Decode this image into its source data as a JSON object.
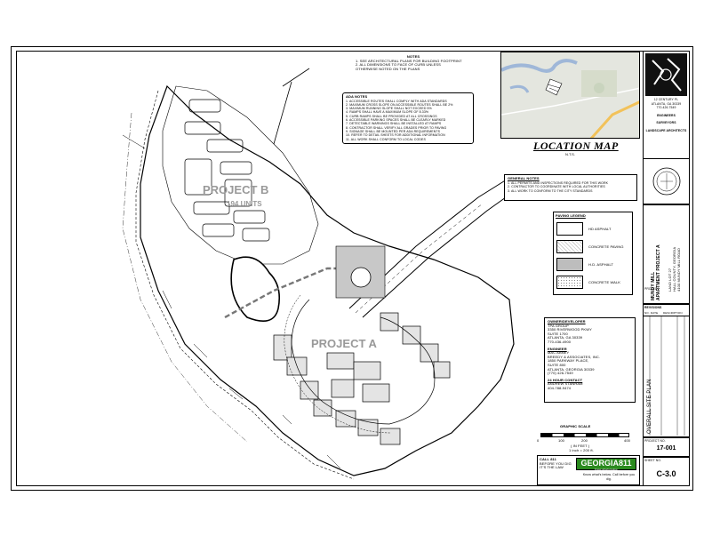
{
  "plan": {
    "project_b_label": "PROJECT B",
    "project_b_units": "194 UNITS",
    "project_a_label": "PROJECT A"
  },
  "top_notes": {
    "title": "NOTES",
    "lines": [
      "1. SEE ARCHITECTURAL PLANS FOR BUILDING FOOTPRINT",
      "2. ALL DIMENSIONS TO FACE OF CURB UNLESS",
      "   OTHERWISE NOTED ON THE PLANS"
    ]
  },
  "ada_notes": {
    "title": "ADA NOTES",
    "lines": [
      "1. ACCESSIBLE ROUTES SHALL COMPLY WITH ADA STANDARDS",
      "2. MAXIMUM CROSS SLOPE ON ACCESSIBLE ROUTES SHALL BE 2%",
      "3. MAXIMUM RUNNING SLOPE SHALL NOT EXCEED 5%",
      "4. RAMPS SHALL HAVE A MAXIMUM SLOPE OF 8.33%",
      "5. CURB RAMPS SHALL BE PROVIDED AT ALL CROSSINGS",
      "6. ACCESSIBLE PARKING SPACES SHALL BE CLEARLY MARKED",
      "7. DETECTABLE WARNINGS SHALL BE INSTALLED AT RAMPS",
      "8. CONTRACTOR SHALL VERIFY ALL GRADES PRIOR TO PAVING",
      "9. SIGNAGE SHALL BE MOUNTED PER ADA REQUIREMENTS",
      "10. REFER TO DETAIL SHEETS FOR ADDITIONAL INFORMATION",
      "11. ALL WORK SHALL CONFORM TO LOCAL CODES"
    ]
  },
  "location_map": {
    "title": "LOCATION MAP",
    "scale": "N.T.S."
  },
  "general_notes": {
    "title": "GENERAL NOTES",
    "lines": [
      "1. ALL PERMITS AND INSPECTIONS REQUIRED FOR THIS WORK",
      "2. CONTRACTOR TO COORDINATE WITH LOCAL AUTHORITIES",
      "3. ALL WORK TO CONFORM TO THE CITY STANDARDS"
    ]
  },
  "legend": {
    "title": "PAVING LEGEND",
    "items": [
      {
        "label": "HD ASPHALT"
      },
      {
        "label": "CONCRETE PAVING"
      },
      {
        "label": "H.D. ASPHALT"
      },
      {
        "label": "CONCRETE WALK"
      }
    ]
  },
  "owner_box": {
    "owner_title": "OWNER/DEVELOPER",
    "owner_lines": [
      "TPA GROUP",
      "3350 RIVERWOOD PKWY",
      "SUITE 1700",
      "ATLANTA, GA 30339",
      "770-436-4900"
    ],
    "engineer_title": "ENGINEER",
    "engineer_lines": [
      "MAC ABNEY",
      "BREEDY & ASSOCIATES, INC.",
      "1850 PARKWAY PLACE,",
      "SUITE 800",
      "ATLANTA, GEORGIA 30339",
      "(770) 426-7549"
    ],
    "contact_title": "24 HOUR CONTACT",
    "contact_lines": [
      "ANDREW STANHAM",
      "404-788-9474"
    ]
  },
  "graphic_scale": {
    "title": "GRAPHIC SCALE",
    "ticks": [
      "0",
      "100",
      "200",
      "400"
    ],
    "unit_line_1": "( IN FEET )",
    "unit_line_2": "1 inch = 200 ft."
  },
  "call_box": {
    "lines": [
      "CALL 811",
      "BEFORE YOU DIG",
      "IT'S THE LAW"
    ],
    "logo_text": "GEORGIA811",
    "logo_sub": "Know what's below.",
    "logo_note": "Know what's below. Call before you dig."
  },
  "title_block": {
    "firm_lines": [
      "12 CENTURY PL",
      "ATLANTA, GA 30339",
      "770.426.7549",
      "ENGINEERS",
      "SURVEYORS",
      "LANDSCAPE ARCHITECTS"
    ],
    "project_vertical": [
      "MUNDY MILL",
      "APARTMENT PROJECT A",
      "LAND LOT 27",
      "HALL COUNTY, GEORGIA",
      "4100 MUNDY MILL ROAD"
    ],
    "project_label": "PROJECT",
    "revisions_title": "REVISIONS",
    "revision_cols": [
      "NO.",
      "DATE",
      "DESCRIPTION"
    ],
    "sheet_title": "OVERALL SITE PLAN",
    "project_no_label": "PROJECT NO.",
    "project_no": "17-001",
    "sheet_no_label": "SHEET NO.",
    "sheet_no": "C-3.0"
  },
  "colors": {
    "line": "#000000",
    "plan_label": "#999999",
    "logo_green": "#2a8a1e",
    "map_bg": "#e4e6df"
  }
}
